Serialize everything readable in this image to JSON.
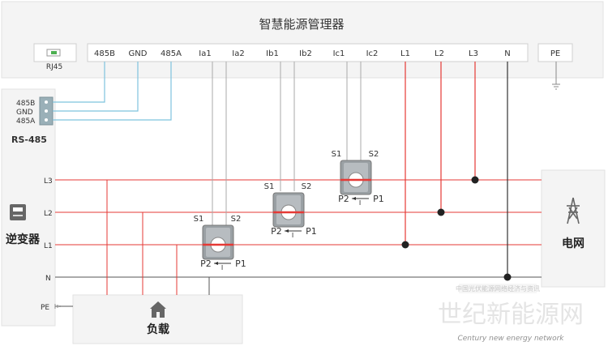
{
  "manager": {
    "title": "智慧能源管理器",
    "rj45": "RJ45",
    "terminals": [
      "485B",
      "GND",
      "485A",
      "Ia1",
      "Ia2",
      "Ib1",
      "Ib2",
      "Ic1",
      "Ic2",
      "L1",
      "L2",
      "L3",
      "N"
    ],
    "pe": "PE"
  },
  "rs485": {
    "title": "RS-485",
    "pins": [
      "485B",
      "GND",
      "485A"
    ]
  },
  "inverter": {
    "title": "逆变器",
    "icon": "inverter-icon"
  },
  "grid": {
    "title": "电网",
    "icon": "power-tower-icon"
  },
  "load": {
    "title": "负载",
    "icon": "house-icon"
  },
  "bus_lines": [
    {
      "label": "L3",
      "color": "#e53935"
    },
    {
      "label": "L2",
      "color": "#e53935"
    },
    {
      "label": "L1",
      "color": "#e53935"
    },
    {
      "label": "N",
      "color": "#555555"
    },
    {
      "label": "PE",
      "color": "#555555"
    }
  ],
  "ct_labels": {
    "s1": "S1",
    "s2": "S2",
    "p2": "P2",
    "p1": "P1",
    "i": "I"
  },
  "watermark": {
    "line1": "世纪新能源网",
    "line2": "Century new energy network",
    "line3": "中国光伏能源网络经济与资讯"
  },
  "colors": {
    "phase": "#e53935",
    "neutral": "#555555",
    "rs485": "#7ec3de",
    "panel": "#f4f4f4"
  }
}
